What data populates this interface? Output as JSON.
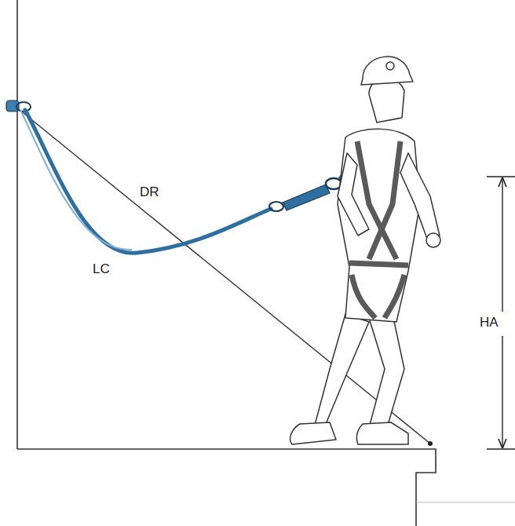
{
  "diagram": {
    "labels": [
      "DR",
      "LC",
      "HA"
    ]
  }
}
